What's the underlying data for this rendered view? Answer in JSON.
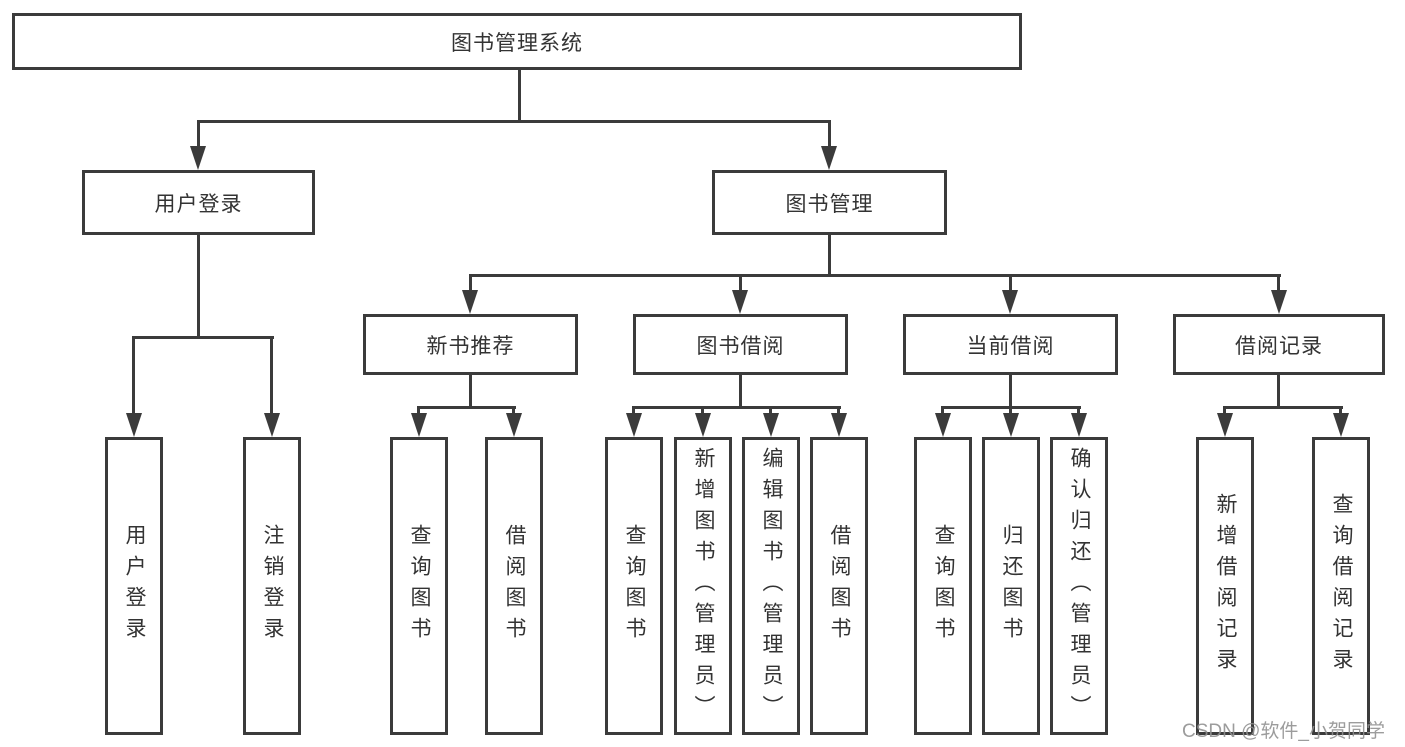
{
  "diagram": {
    "root": {
      "label": "图书管理系统"
    },
    "level2": [
      {
        "label": "用户登录"
      },
      {
        "label": "图书管理"
      }
    ],
    "level3": [
      {
        "label": "新书推荐"
      },
      {
        "label": "图书借阅"
      },
      {
        "label": "当前借阅"
      },
      {
        "label": "借阅记录"
      }
    ],
    "leaves": {
      "user_login": [
        "用户登录",
        "注销登录"
      ],
      "new_books": [
        "查询图书",
        "借阅图书"
      ],
      "book_borrow": [
        "查询图书",
        "新增图书（管理员）",
        "编辑图书（管理员）",
        "借阅图书"
      ],
      "current_borrow": [
        "查询图书",
        "归还图书",
        "确认归还（管理员）"
      ],
      "borrow_records": [
        "新增借阅记录",
        "查询借阅记录"
      ]
    }
  },
  "watermark": {
    "text": "CSDN @软件_小贺同学"
  },
  "colors": {
    "line": "#3b3b3b",
    "text": "#333333",
    "watermark": "#919191",
    "background": "#ffffff"
  }
}
